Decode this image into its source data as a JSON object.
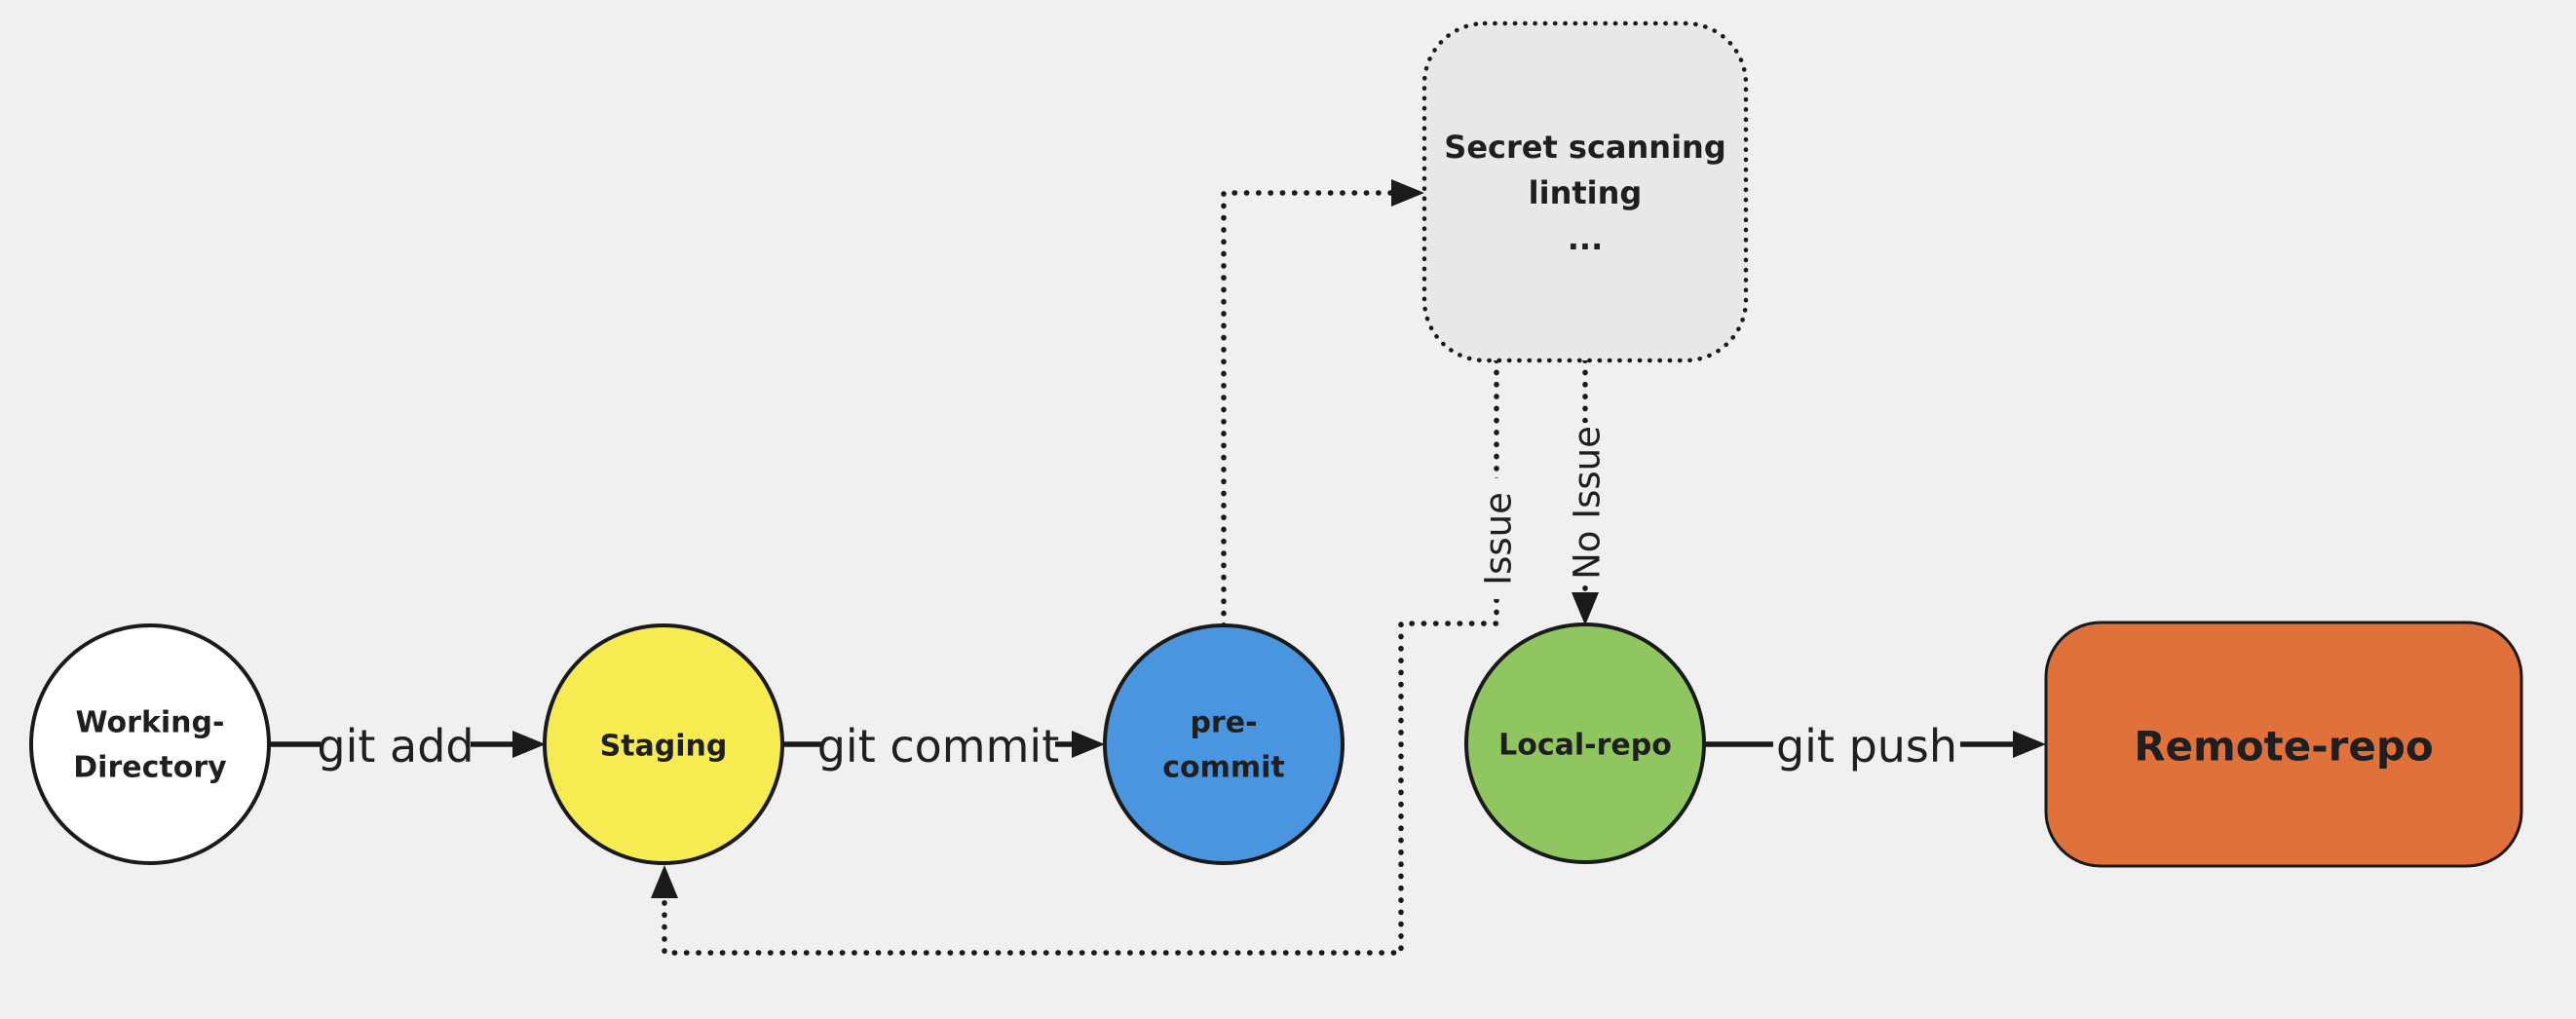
{
  "colors": {
    "bg": "#f0f0f0",
    "line": "#1a1a1a",
    "text": "#1f1f1f",
    "working": "#ffffff",
    "staging": "#f7eb52",
    "precommit": "#4a95e0",
    "localrepo": "#90c65f",
    "remote": "#e1713b",
    "checks": "#e8e8e8"
  },
  "nodes": {
    "working_directory": {
      "line1": "Working-",
      "line2": "Directory"
    },
    "staging": {
      "label": "Staging"
    },
    "pre_commit": {
      "line1": "pre-",
      "line2": "commit"
    },
    "local_repo": {
      "label": "Local-repo"
    },
    "remote_repo": {
      "label": "Remote-repo"
    },
    "checks": {
      "line1": "Secret scanning",
      "line2": "linting",
      "line3": "..."
    }
  },
  "edges": {
    "git_add": {
      "label": "git add"
    },
    "git_commit": {
      "label": "git commit"
    },
    "git_push": {
      "label": "git push"
    },
    "issue": {
      "label": "Issue"
    },
    "no_issue": {
      "label": "No Issue"
    }
  }
}
